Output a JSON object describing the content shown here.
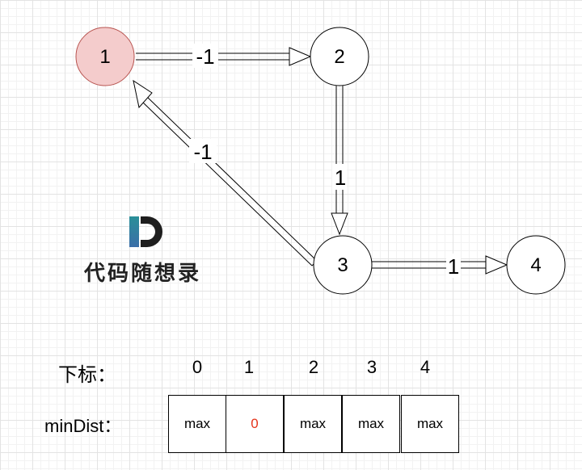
{
  "graph": {
    "nodes": [
      {
        "id": "1",
        "label": "1",
        "fill": "#f4cccc",
        "highlighted": true
      },
      {
        "id": "2",
        "label": "2",
        "fill": "#ffffff",
        "highlighted": false
      },
      {
        "id": "3",
        "label": "3",
        "fill": "#ffffff",
        "highlighted": false
      },
      {
        "id": "4",
        "label": "4",
        "fill": "#ffffff",
        "highlighted": false
      }
    ],
    "edges": [
      {
        "from": "1",
        "to": "2",
        "weight": "-1"
      },
      {
        "from": "2",
        "to": "3",
        "weight": "1"
      },
      {
        "from": "3",
        "to": "1",
        "weight": "-1"
      },
      {
        "from": "3",
        "to": "4",
        "weight": "1"
      }
    ]
  },
  "logo": {
    "text": "代码随想录",
    "letter": "D"
  },
  "table": {
    "index_label": "下标：",
    "dist_label": "minDist：",
    "indices": [
      "0",
      "1",
      "2",
      "3",
      "4"
    ],
    "values": [
      "max",
      "0",
      "max",
      "max",
      "max"
    ],
    "source_value_color": "#e5331a"
  }
}
